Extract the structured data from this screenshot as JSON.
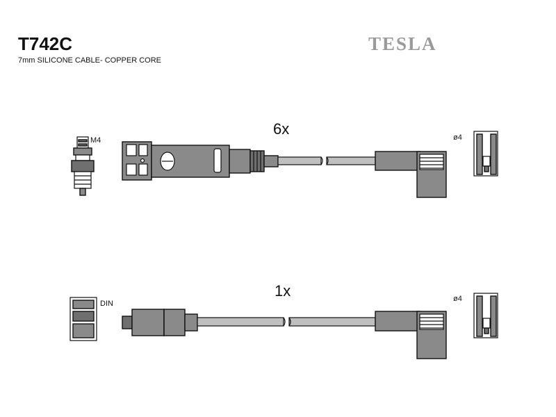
{
  "header": {
    "title": "T742C",
    "subtitle": "7mm SILICONE CABLE- COPPER CORE",
    "brand": "TESLA"
  },
  "cables": [
    {
      "quantity": "6x",
      "left_label": "M4",
      "right_label": "ø4"
    },
    {
      "quantity": "1x",
      "left_label": "DIN",
      "right_label": "ø4"
    }
  ],
  "colors": {
    "part_fill": "#8a8a8a",
    "brand": "#9a9a9a",
    "outline": "#111111"
  }
}
